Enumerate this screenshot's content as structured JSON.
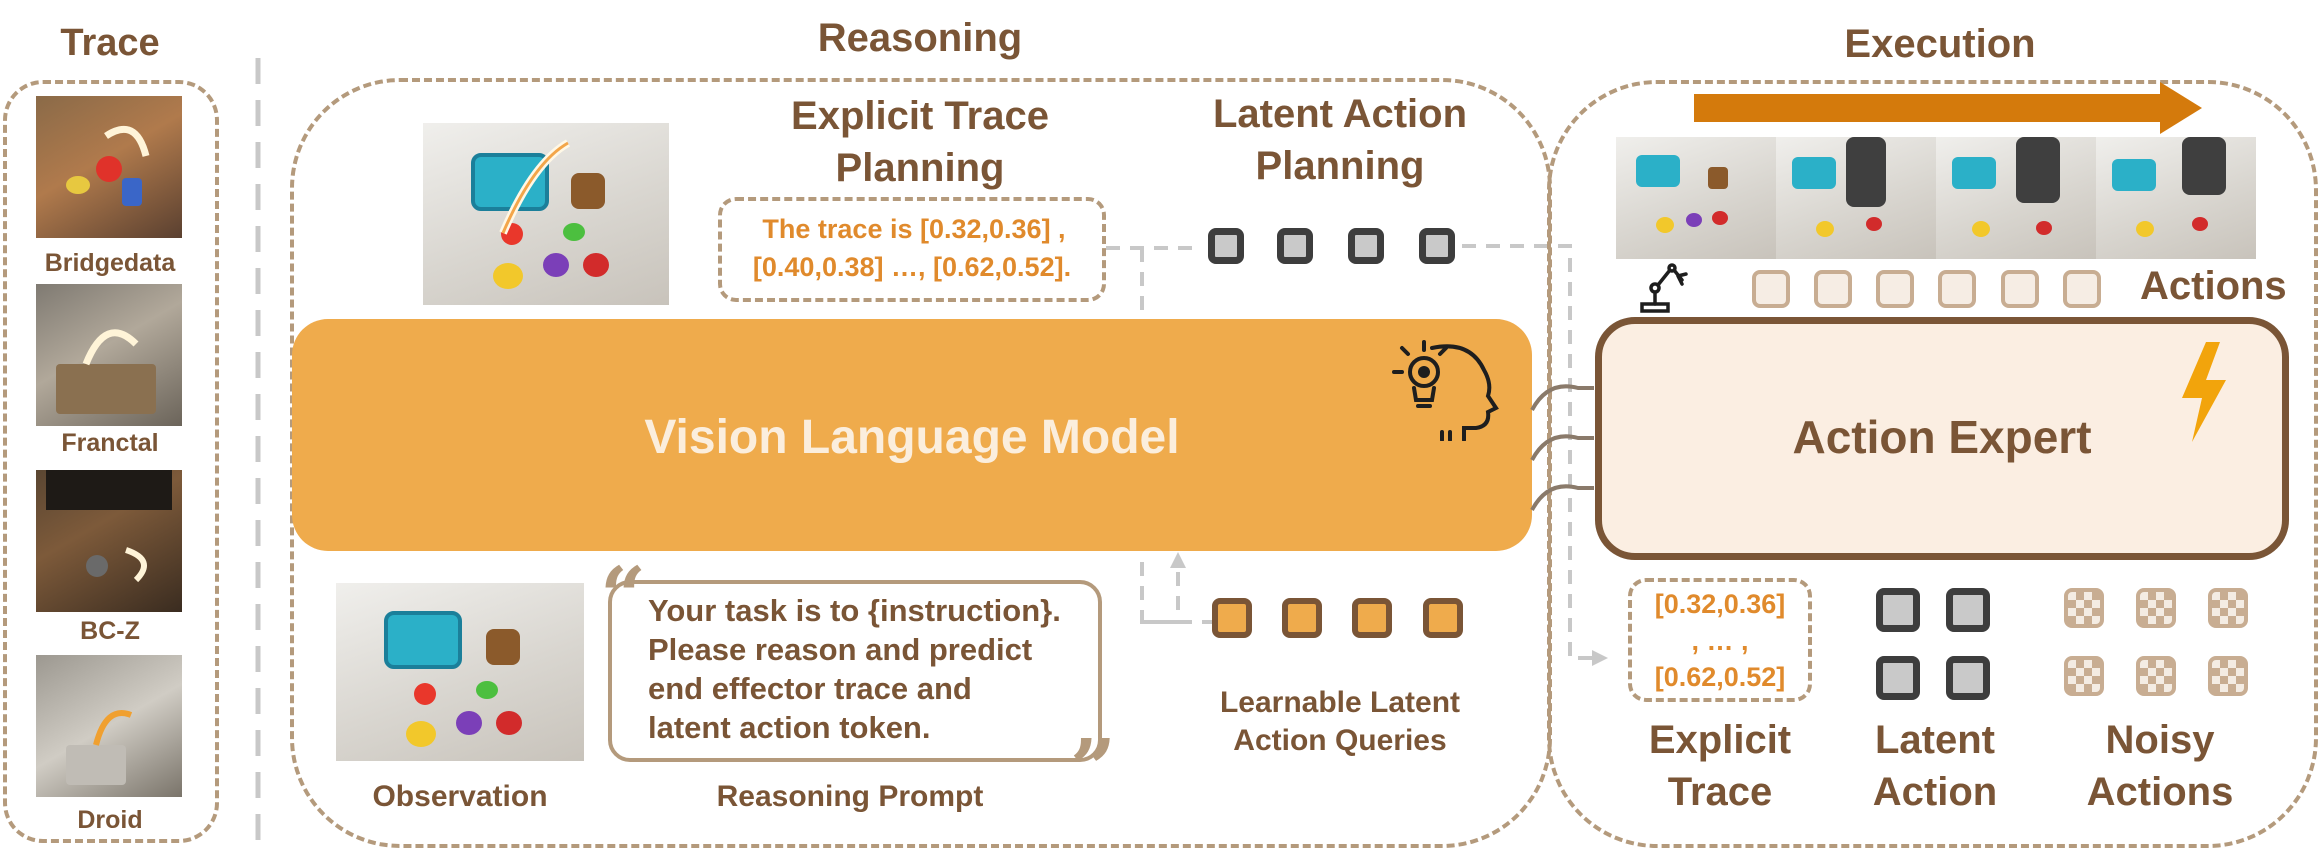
{
  "trace": {
    "title": "Trace",
    "datasets": [
      "Bridgedata",
      "Franctal",
      "BC-Z",
      "Droid"
    ]
  },
  "reasoning": {
    "title": "Reasoning",
    "explicit_title_line1": "Explicit Trace",
    "explicit_title_line2": "Planning",
    "latent_title_line1": "Latent Action",
    "latent_title_line2": "Planning",
    "trace_text_line1": "The trace is  [0.32,0.36] ,",
    "trace_text_line2": "[0.40,0.38]   …, [0.62,0.52].",
    "vlm_label": "Vision Language Model",
    "observation_label": "Observation",
    "prompt_lines": [
      "Your task is to {instruction}.",
      "Please reason and predict",
      "end effector trace and",
      "latent action token."
    ],
    "prompt_label": "Reasoning Prompt",
    "queries_label_line1": "Learnable  Latent",
    "queries_label_line2": "Action Queries"
  },
  "execution": {
    "title": "Execution",
    "actions_label": "Actions",
    "expert_label": "Action Expert",
    "trace_line1": "[0.32,0.36]",
    "trace_line2": ", … ,",
    "trace_line3": "[0.62,0.52]",
    "explicit_line1": "Explicit",
    "explicit_line2": "Trace",
    "latent_line1": "Latent",
    "latent_line2": "Action",
    "noisy_line1": "Noisy",
    "noisy_line2": "Actions"
  },
  "colors": {
    "brown": "#7a5536",
    "orange": "#efab4c",
    "arrow_orange": "#d47a0c",
    "trace_text": "#e08a2c",
    "dash": "#b49a7c"
  }
}
